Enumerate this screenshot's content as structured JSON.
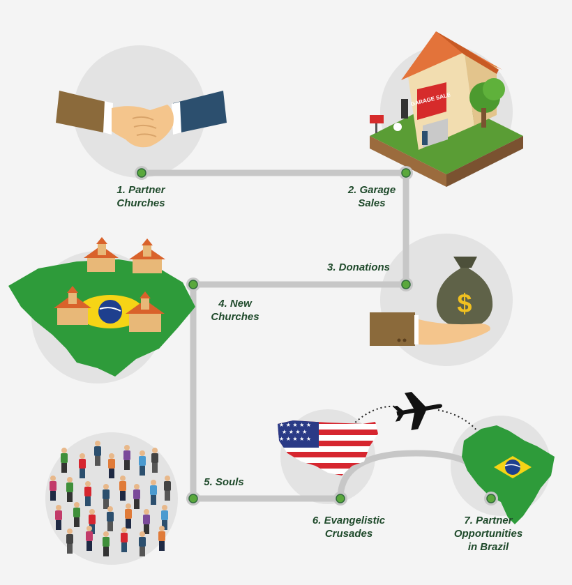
{
  "colors": {
    "background": "#f4f4f4",
    "circle": "#e3e3e3",
    "path_line": "#c7c7c7",
    "node_fill": "#5aa83c",
    "node_ring": "#2f6b3a",
    "label_text": "#1f4a2b",
    "brazil_green": "#2e9b3a",
    "brazil_yellow": "#f6d416",
    "brazil_blue": "#1e3f8e",
    "usa_red": "#d6262f",
    "usa_blue": "#2a3a86"
  },
  "steps": [
    {
      "id": "partner-churches",
      "number": "1.",
      "lines": [
        "1. Partner",
        "Churches"
      ],
      "icon": "handshake-icon"
    },
    {
      "id": "garage-sales",
      "number": "2.",
      "lines": [
        "2. Garage",
        "Sales"
      ],
      "icon": "garage-sale-house-icon"
    },
    {
      "id": "donations",
      "number": "3.",
      "lines": [
        "3. Donations"
      ],
      "icon": "money-bag-hand-icon"
    },
    {
      "id": "new-churches",
      "number": "4.",
      "lines": [
        "4. New",
        "Churches"
      ],
      "icon": "brazil-churches-icon"
    },
    {
      "id": "souls",
      "number": "5.",
      "lines": [
        "5. Souls"
      ],
      "icon": "crowd-icon"
    },
    {
      "id": "evangelistic-crusades",
      "number": "6.",
      "lines": [
        "6. Evangelistic",
        "Crusades"
      ],
      "icon": "usa-map-icon"
    },
    {
      "id": "partner-opportunities",
      "number": "7.",
      "lines": [
        "7. Partner",
        "Opportunities",
        "in Brazil"
      ],
      "icon": "brazil-map-icon"
    }
  ],
  "decorations": {
    "garage_sign": "GARAGE SALE",
    "plane_icon": "airplane-icon",
    "dollar_sign": "$"
  }
}
